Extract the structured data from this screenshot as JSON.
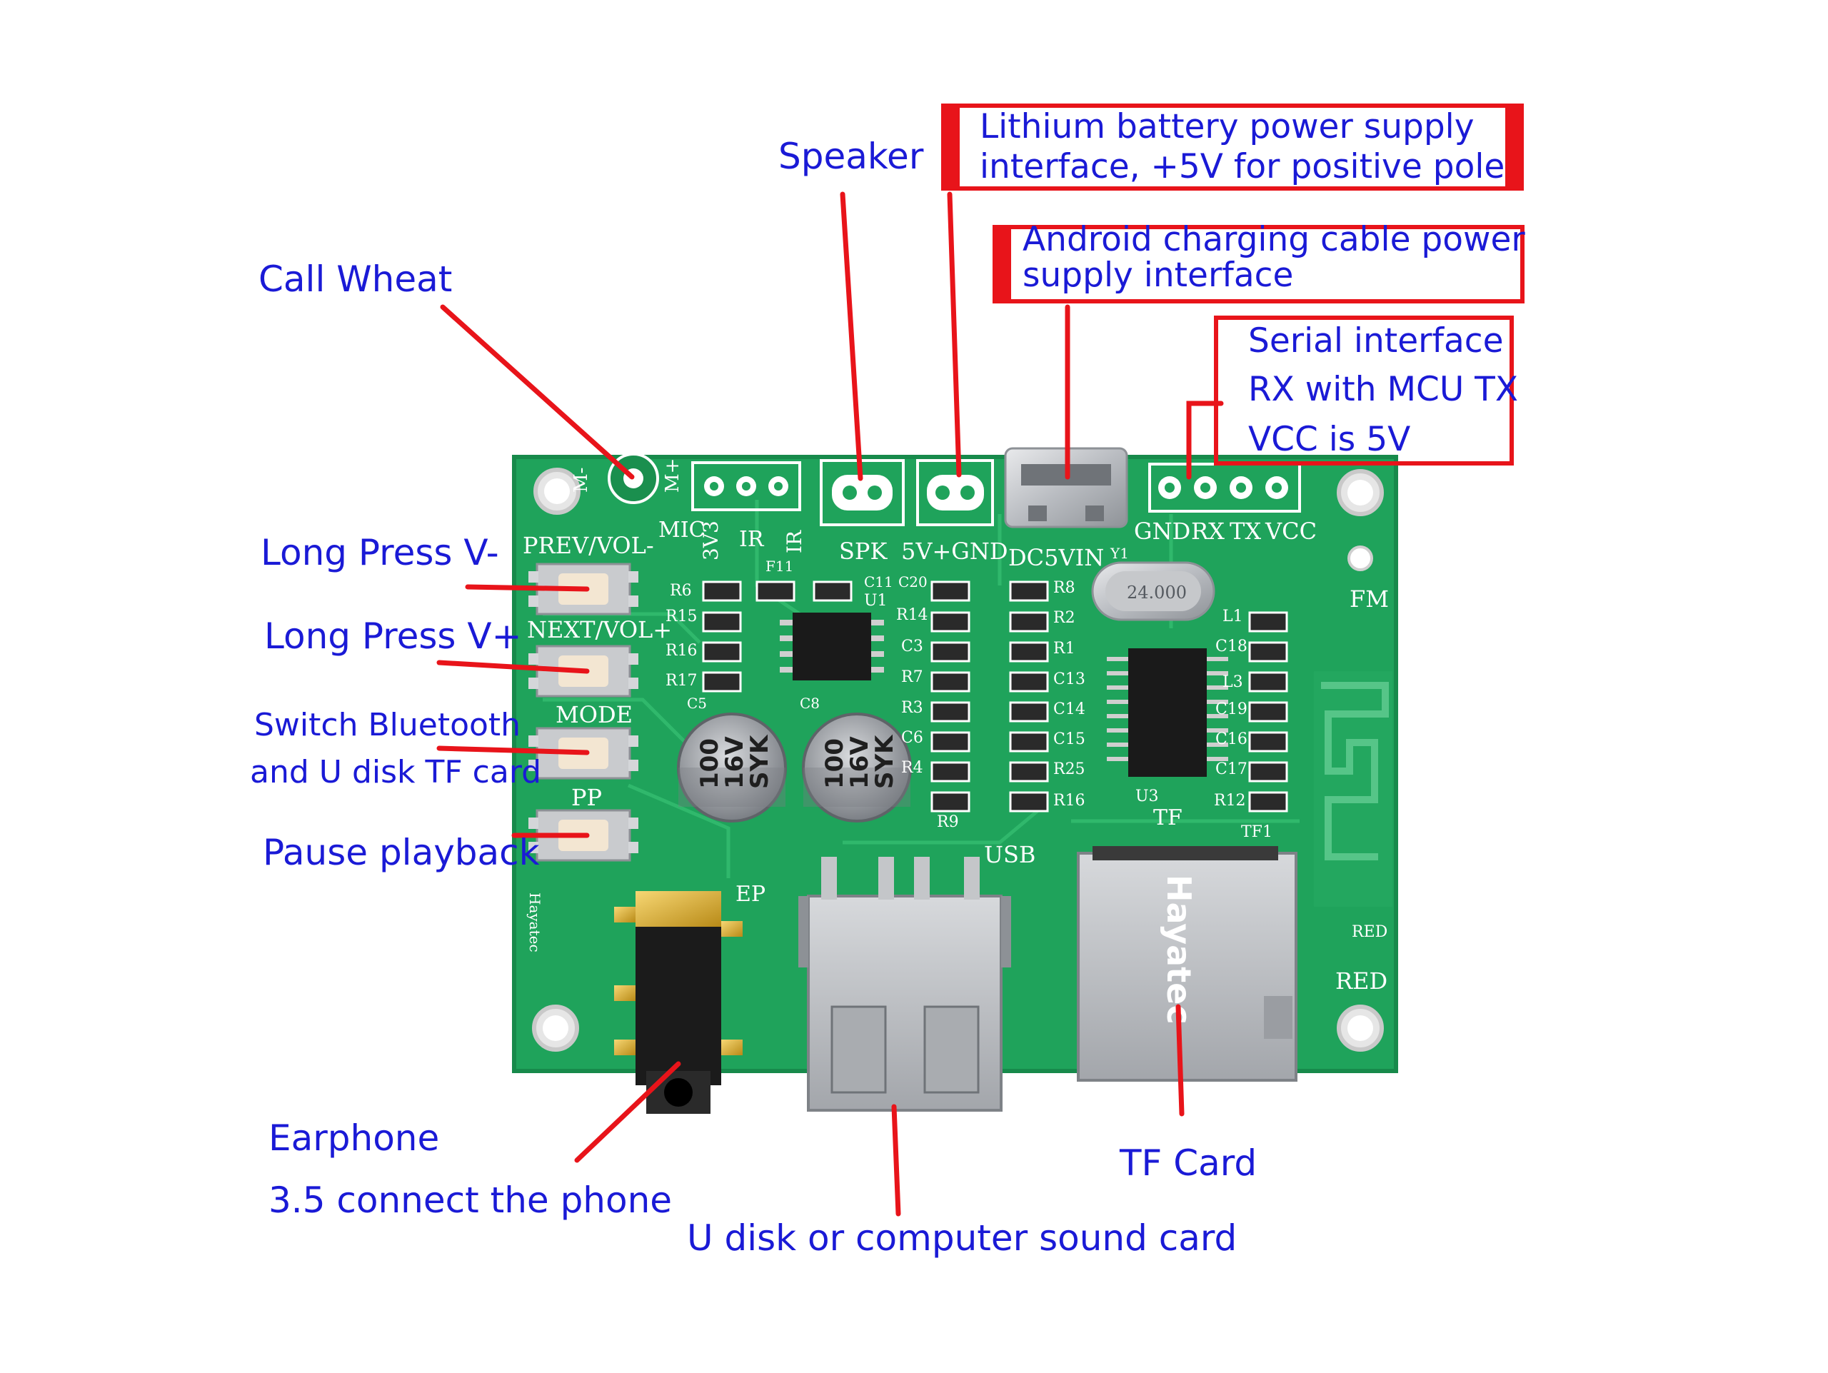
{
  "colors": {
    "label_text": "#1a1ad6",
    "callout_red": "#e8141a",
    "pcb_green": "#1fa35b",
    "silk_white": "#ffffff"
  },
  "callouts": {
    "speaker": "Speaker",
    "lithium_line1": "Lithium battery power supply",
    "lithium_line2": "interface, +5V for positive pole",
    "android_line1": "Android charging cable power",
    "android_line2": "supply interface",
    "serial_line1": "Serial interface",
    "serial_line2": "RX with MCU TX",
    "serial_line3": "VCC is 5V",
    "call_wheat": "Call Wheat",
    "long_press_vminus": "Long Press V-",
    "long_press_vplus": "Long Press V+",
    "switch_line1": "Switch Bluetooth",
    "switch_line2": "and U disk TF card",
    "pause": "Pause playback",
    "earphone_line1": "Earphone",
    "earphone_line2": "3.5 connect the phone",
    "udisk": "U disk or computer sound card",
    "tf_card": "TF Card"
  },
  "board_silkscreen": {
    "mic_minus": "M-",
    "mic_plus": "M+",
    "mic": "MIC",
    "v3v3": "3V3",
    "ir": "IR",
    "ir2": "IR",
    "spk": "SPK",
    "v5_gnd": "5V+GND",
    "dc5vin": "DC5VIN",
    "gnd": "GND",
    "rx": "RX",
    "tx": "TX",
    "vcc": "VCC",
    "prev_vol": "PREV/VOL-",
    "next_vol": "NEXT/VOL+",
    "mode": "MODE",
    "pp": "PP",
    "ep": "EP",
    "usb": "USB",
    "tf": "TF",
    "tf1": "TF1",
    "fm": "FM",
    "red1": "RED",
    "red2": "RED",
    "brand_vertical": "Hayatec",
    "brand_small": "Hayatec",
    "crystal": "24.000",
    "cap1_line1": "100",
    "cap1_line2": "16V",
    "cap1_line3": "SYK",
    "cap2_line1": "100",
    "cap2_line2": "16V",
    "cap2_line3": "SYK",
    "u1": "U1",
    "u3": "U3",
    "y1": "Y1",
    "r6": "R6",
    "r15": "R15",
    "r16": "R16",
    "r17": "R17",
    "c5": "C5",
    "c8": "C8",
    "f11": "F11",
    "c11": "C11",
    "c20": "C20",
    "r14": "R14",
    "c3": "C3",
    "r7": "R7",
    "r3": "R3",
    "c6": "C6",
    "r4": "R4",
    "r9": "R9",
    "r8": "R8",
    "r2": "R2",
    "r1": "R1",
    "c13": "C13",
    "c14": "C14",
    "c15": "C15",
    "r25": "R25",
    "r16b": "R16",
    "l1": "L1",
    "c18": "C18",
    "l3": "L3",
    "c19": "C19",
    "c16": "C16",
    "c17": "C17",
    "r12": "R12"
  }
}
